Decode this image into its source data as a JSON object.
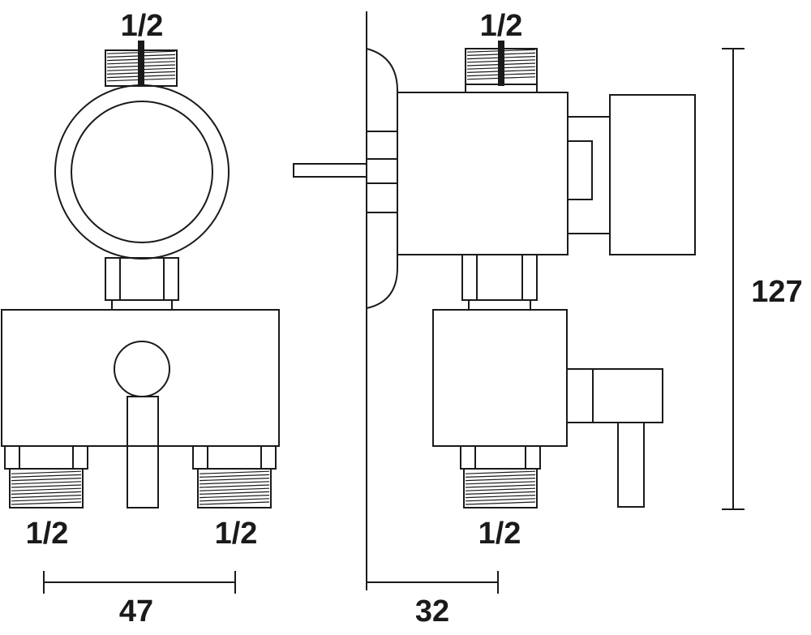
{
  "labels": {
    "front_top_thread": "1/2",
    "front_bottom_left_thread": "1/2",
    "front_bottom_right_thread": "1/2",
    "side_top_thread": "1/2",
    "side_bottom_thread": "1/2",
    "width_dimension": "47",
    "depth_dimension": "32",
    "height_dimension": "127"
  },
  "colors": {
    "line": "#1a1a1a",
    "background": "#ffffff"
  }
}
